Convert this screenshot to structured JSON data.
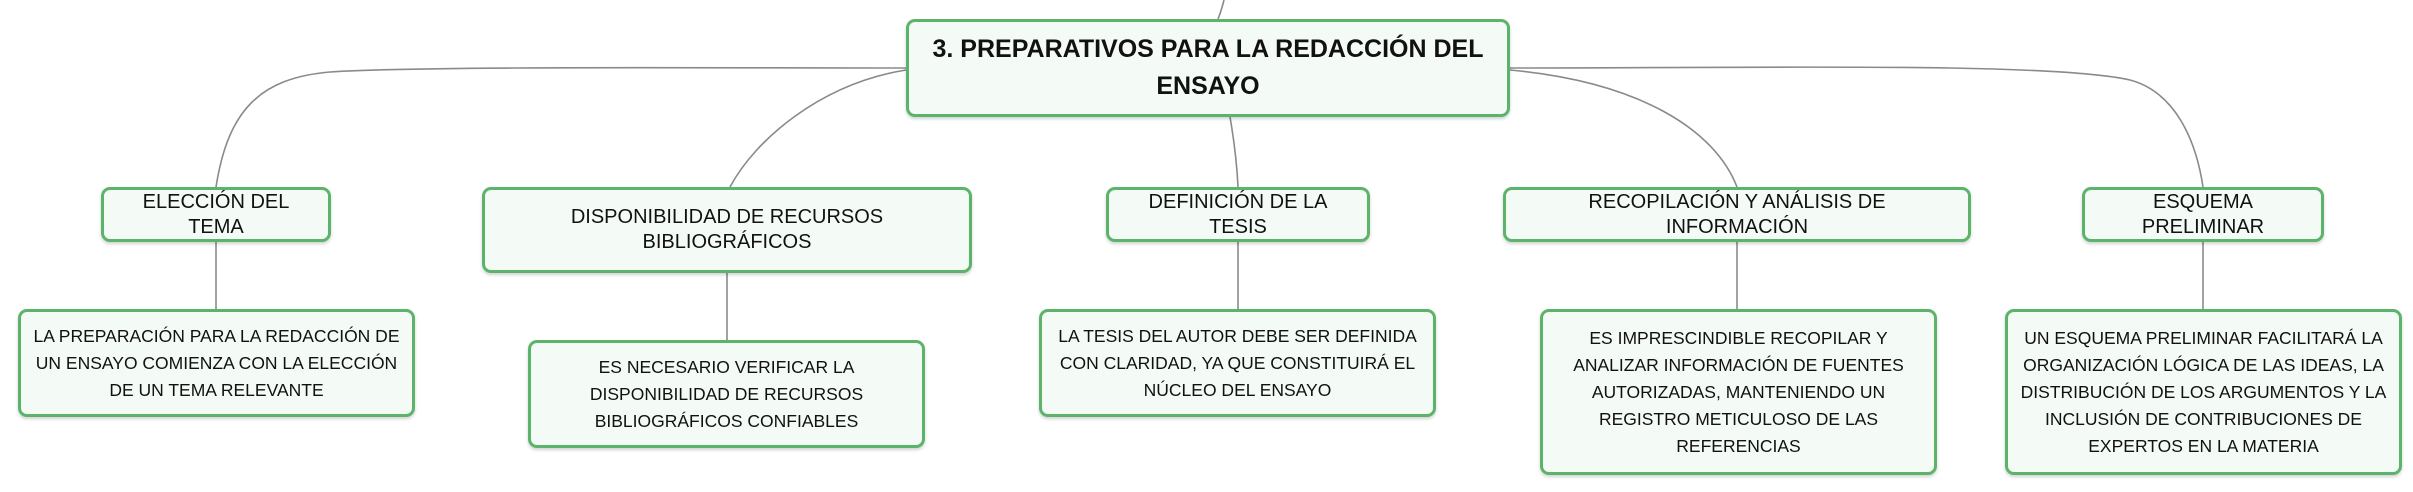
{
  "root": {
    "label": "3. PREPARATIVOS PARA LA REDACCIÓN DEL ENSAYO"
  },
  "topics": [
    {
      "label": "ELECCIÓN DEL TEMA",
      "detail": "LA PREPARACIÓN PARA LA REDACCIÓN DE UN ENSAYO COMIENZA CON LA ELECCIÓN DE UN TEMA RELEVANTE"
    },
    {
      "label": "DISPONIBILIDAD DE RECURSOS BIBLIOGRÁFICOS",
      "detail": "ES NECESARIO VERIFICAR LA DISPONIBILIDAD DE RECURSOS BIBLIOGRÁFICOS CONFIABLES"
    },
    {
      "label": "DEFINICIÓN DE LA TESIS",
      "detail": "LA TESIS DEL AUTOR DEBE SER DEFINIDA CON CLARIDAD, YA QUE CONSTITUIRÁ EL NÚCLEO DEL ENSAYO"
    },
    {
      "label": "RECOPILACIÓN Y ANÁLISIS DE INFORMACIÓN",
      "detail": "ES IMPRESCINDIBLE RECOPILAR Y ANALIZAR INFORMACIÓN DE FUENTES AUTORIZADAS, MANTENIENDO UN REGISTRO METICULOSO DE LAS REFERENCIAS"
    },
    {
      "label": "ESQUEMA PRELIMINAR",
      "detail": "UN ESQUEMA PRELIMINAR FACILITARÁ LA ORGANIZACIÓN LÓGICA DE LAS IDEAS, LA DISTRIBUCIÓN DE LOS ARGUMENTOS Y LA INCLUSIÓN DE CONTRIBUCIONES DE EXPERTOS EN LA MATERIA"
    }
  ],
  "colors": {
    "node_border": "#5cb46a",
    "node_fill": "#f4faf6",
    "connector": "#8a8a8a",
    "text": "#111111"
  }
}
